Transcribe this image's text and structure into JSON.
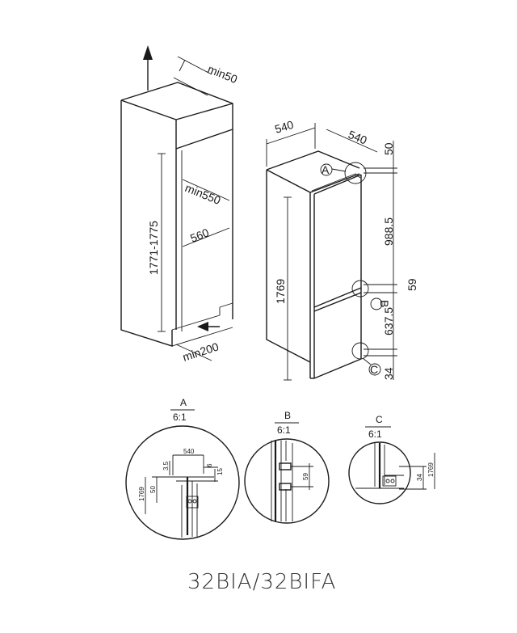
{
  "model_name": "32BIA/32BIFA",
  "niche": {
    "top_clearance": "min50",
    "height_range": "1771-1775",
    "depth_min": "min550",
    "width": "560",
    "vent_min": "min200"
  },
  "appliance": {
    "width": "540",
    "depth": "540",
    "height": "1769",
    "top_gap": "50",
    "upper_door": "988.5",
    "mid_gap": "59",
    "lower_door": "637.5",
    "bottom_gap": "34",
    "callouts": [
      "A",
      "B",
      "C"
    ]
  },
  "details": [
    {
      "letter": "A",
      "scale": "6:1",
      "labels": [
        "540",
        "3.5",
        "6",
        "15",
        "50",
        "1769"
      ]
    },
    {
      "letter": "B",
      "scale": "6:1",
      "labels": [
        "59"
      ]
    },
    {
      "letter": "C",
      "scale": "6:1",
      "labels": [
        "34",
        "1769"
      ]
    }
  ]
}
